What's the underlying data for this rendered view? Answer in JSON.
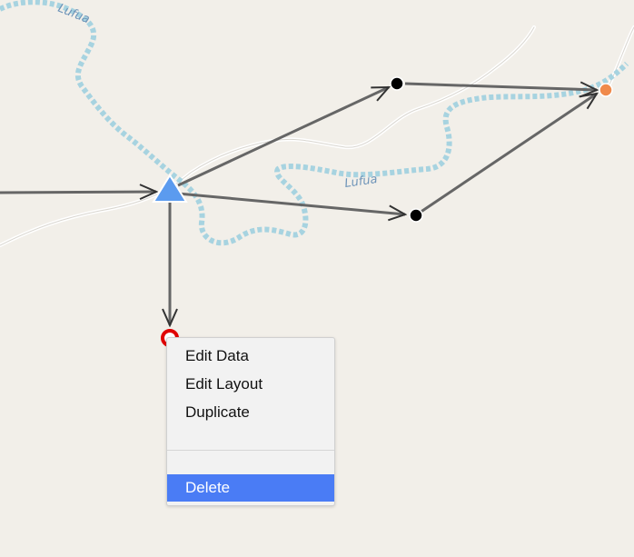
{
  "map": {
    "river_labels": [
      "Lufua",
      "Lufua"
    ],
    "colors": {
      "background": "#f2efe9",
      "river": "#a7d3e0",
      "road": "#ffffff",
      "edge": "#666666",
      "start_node": "#5b9bef",
      "end_node": "#f08a4b",
      "selected_node": "#e00000",
      "waypoint": "#000000"
    },
    "node_icons": {
      "start": "triangle-icon",
      "waypoint": "circle-icon",
      "end": "circle-icon",
      "selected": "circle-icon"
    }
  },
  "context_menu": {
    "items": [
      "Edit Data",
      "Edit Layout",
      "Duplicate"
    ],
    "delete_label": "Delete",
    "highlight_color": "#4a7cf5"
  }
}
